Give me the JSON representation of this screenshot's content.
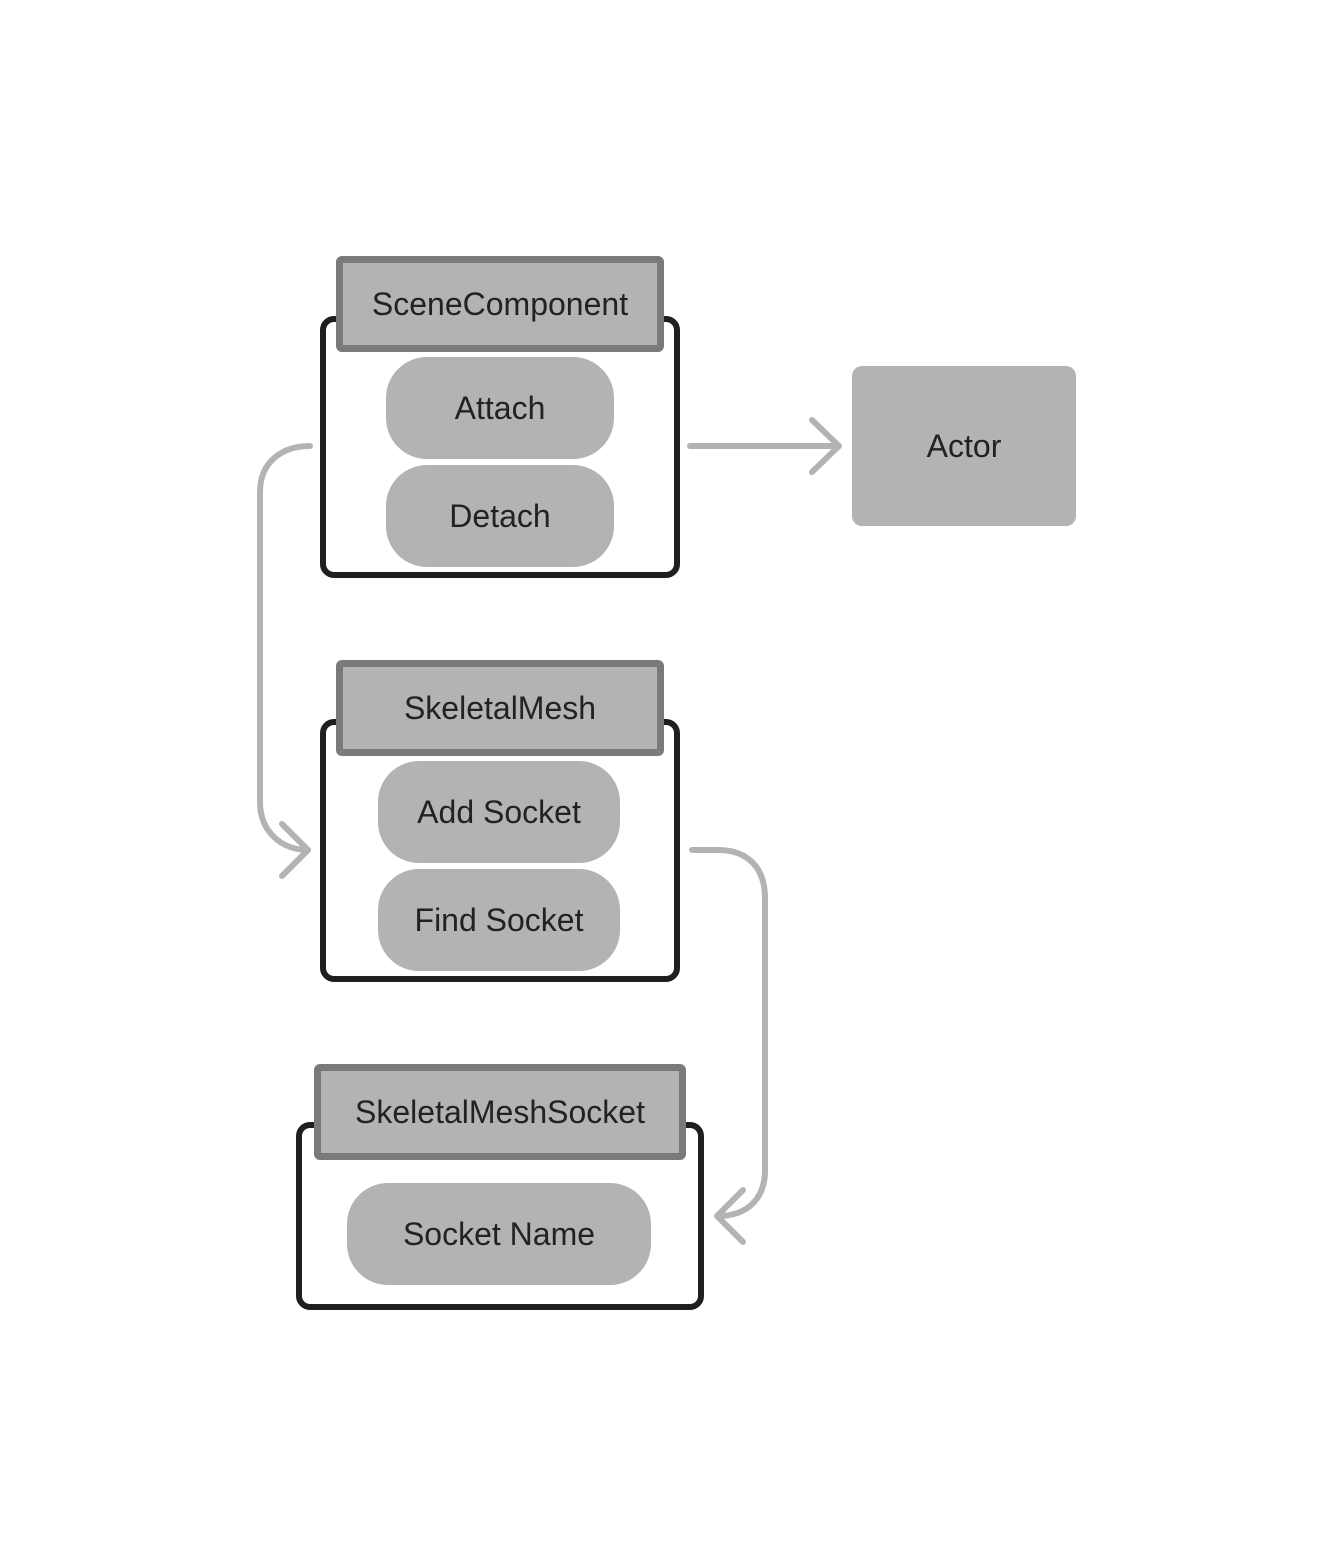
{
  "diagram": {
    "scene_component": {
      "title": "SceneComponent",
      "items": [
        "Attach",
        "Detach"
      ]
    },
    "skeletal_mesh": {
      "title": "SkeletalMesh",
      "items": [
        "Add Socket",
        "Find Socket"
      ]
    },
    "skeletal_mesh_socket": {
      "title": "SkeletalMeshSocket",
      "items": [
        "Socket Name"
      ]
    },
    "actor": {
      "label": "Actor"
    },
    "colors": {
      "container_border": "#1f1f1f",
      "header_fill": "#b3b3b3",
      "header_border": "#7a7a7a",
      "node_fill": "#b3b3b3",
      "connector": "#b3b3b3",
      "text": "#222222"
    }
  }
}
